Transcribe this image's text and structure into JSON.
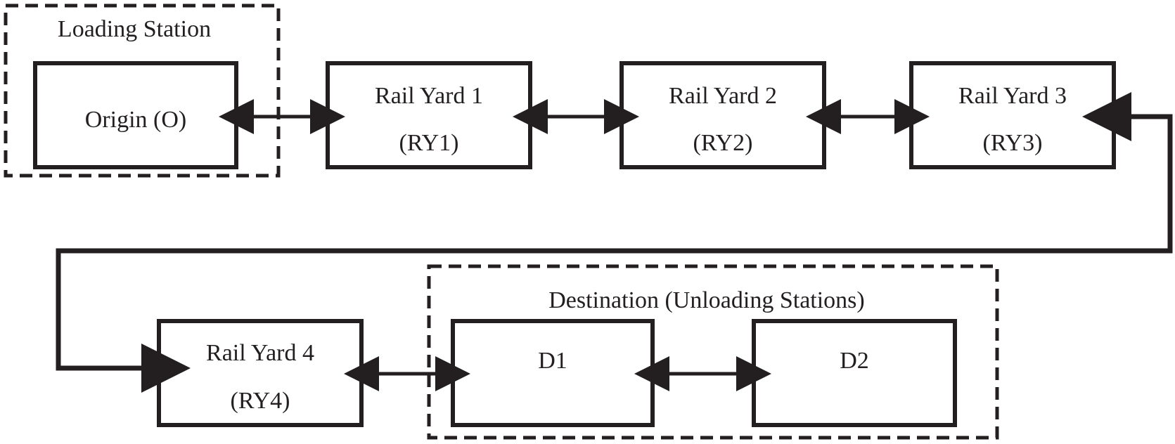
{
  "diagram": {
    "groups": {
      "loading": {
        "title": "Loading Station"
      },
      "destination": {
        "title": "Destination (Unloading Stations)"
      }
    },
    "nodes": {
      "origin": {
        "line1": "Origin (O)"
      },
      "ry1": {
        "line1": "Rail Yard 1",
        "line2": "(RY1)"
      },
      "ry2": {
        "line1": "Rail Yard 2",
        "line2": "(RY2)"
      },
      "ry3": {
        "line1": "Rail Yard 3",
        "line2": "(RY3)"
      },
      "ry4": {
        "line1": "Rail Yard 4",
        "line2": "(RY4)"
      },
      "d1": {
        "line1": "D1"
      },
      "d2": {
        "line1": "D2"
      }
    },
    "colors": {
      "stroke": "#231f20",
      "text": "#231f20",
      "background": "#ffffff"
    }
  }
}
